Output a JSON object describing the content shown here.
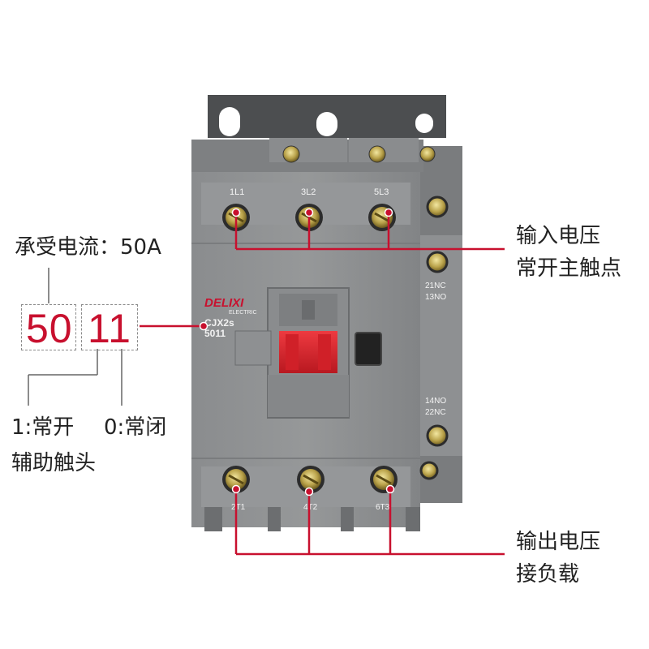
{
  "device": {
    "brand": "DELIXI",
    "brand_sub": "ELECTRIC",
    "model": "CJX2s",
    "model_code": "5011",
    "terminals_top": [
      "1L1",
      "3L2",
      "5L3"
    ],
    "terminals_bottom": [
      "2T1",
      "4T2",
      "6T3"
    ],
    "aux_upper": [
      "21NC",
      "13NO"
    ],
    "aux_lower": [
      "14NO",
      "22NC"
    ]
  },
  "annotations": {
    "current_rating": "承受电流：50A",
    "code_current": "50",
    "code_aux": "11",
    "aux_no": "1:常开",
    "aux_nc": "0:常闭",
    "aux_contacts": "辅助触头",
    "input_line1": "输入电压",
    "input_line2": "常开主触点",
    "output_line1": "输出电压",
    "output_line2": "接负载"
  },
  "colors": {
    "accent": "#c8102e",
    "body": "#8c8e8f",
    "body_dark": "#6f7173",
    "button": "#e0262f",
    "bracket": "#4a4c4e"
  }
}
